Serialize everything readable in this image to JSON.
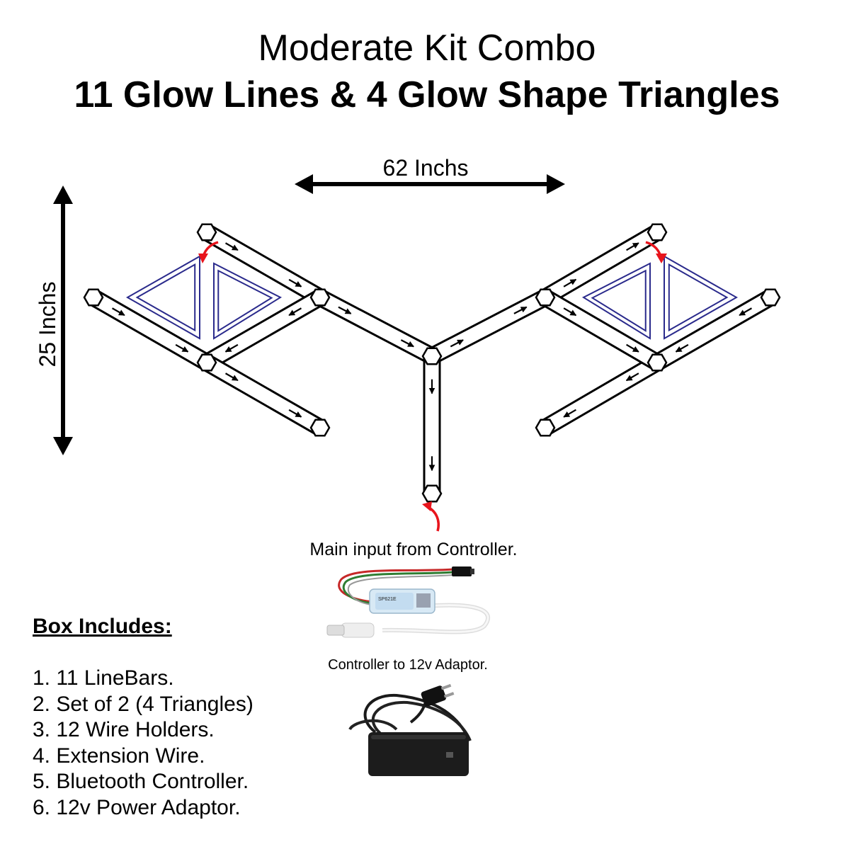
{
  "title": "Moderate Kit Combo",
  "subtitle": "11 Glow Lines & 4 Glow Shape Triangles",
  "dimensions": {
    "width_label": "62 Inchs",
    "height_label": "25 Inchs"
  },
  "captions": {
    "main_input": "Main input from Controller.",
    "controller_to_adaptor": "Controller to 12v Adaptor."
  },
  "controller_label": "SP621E",
  "box_includes": {
    "heading": "Box Includes:",
    "items": [
      "1. 11 LineBars.",
      "2. Set of 2 (4 Triangles)",
      "3. 12 Wire Holders.",
      "4. Extension Wire.",
      "5. Bluetooth Controller.",
      "6. 12v Power Adaptor."
    ]
  },
  "colors": {
    "triangle_outline": "#2a2a8c",
    "flow_arrow": "#e8141c",
    "line": "#000000"
  }
}
